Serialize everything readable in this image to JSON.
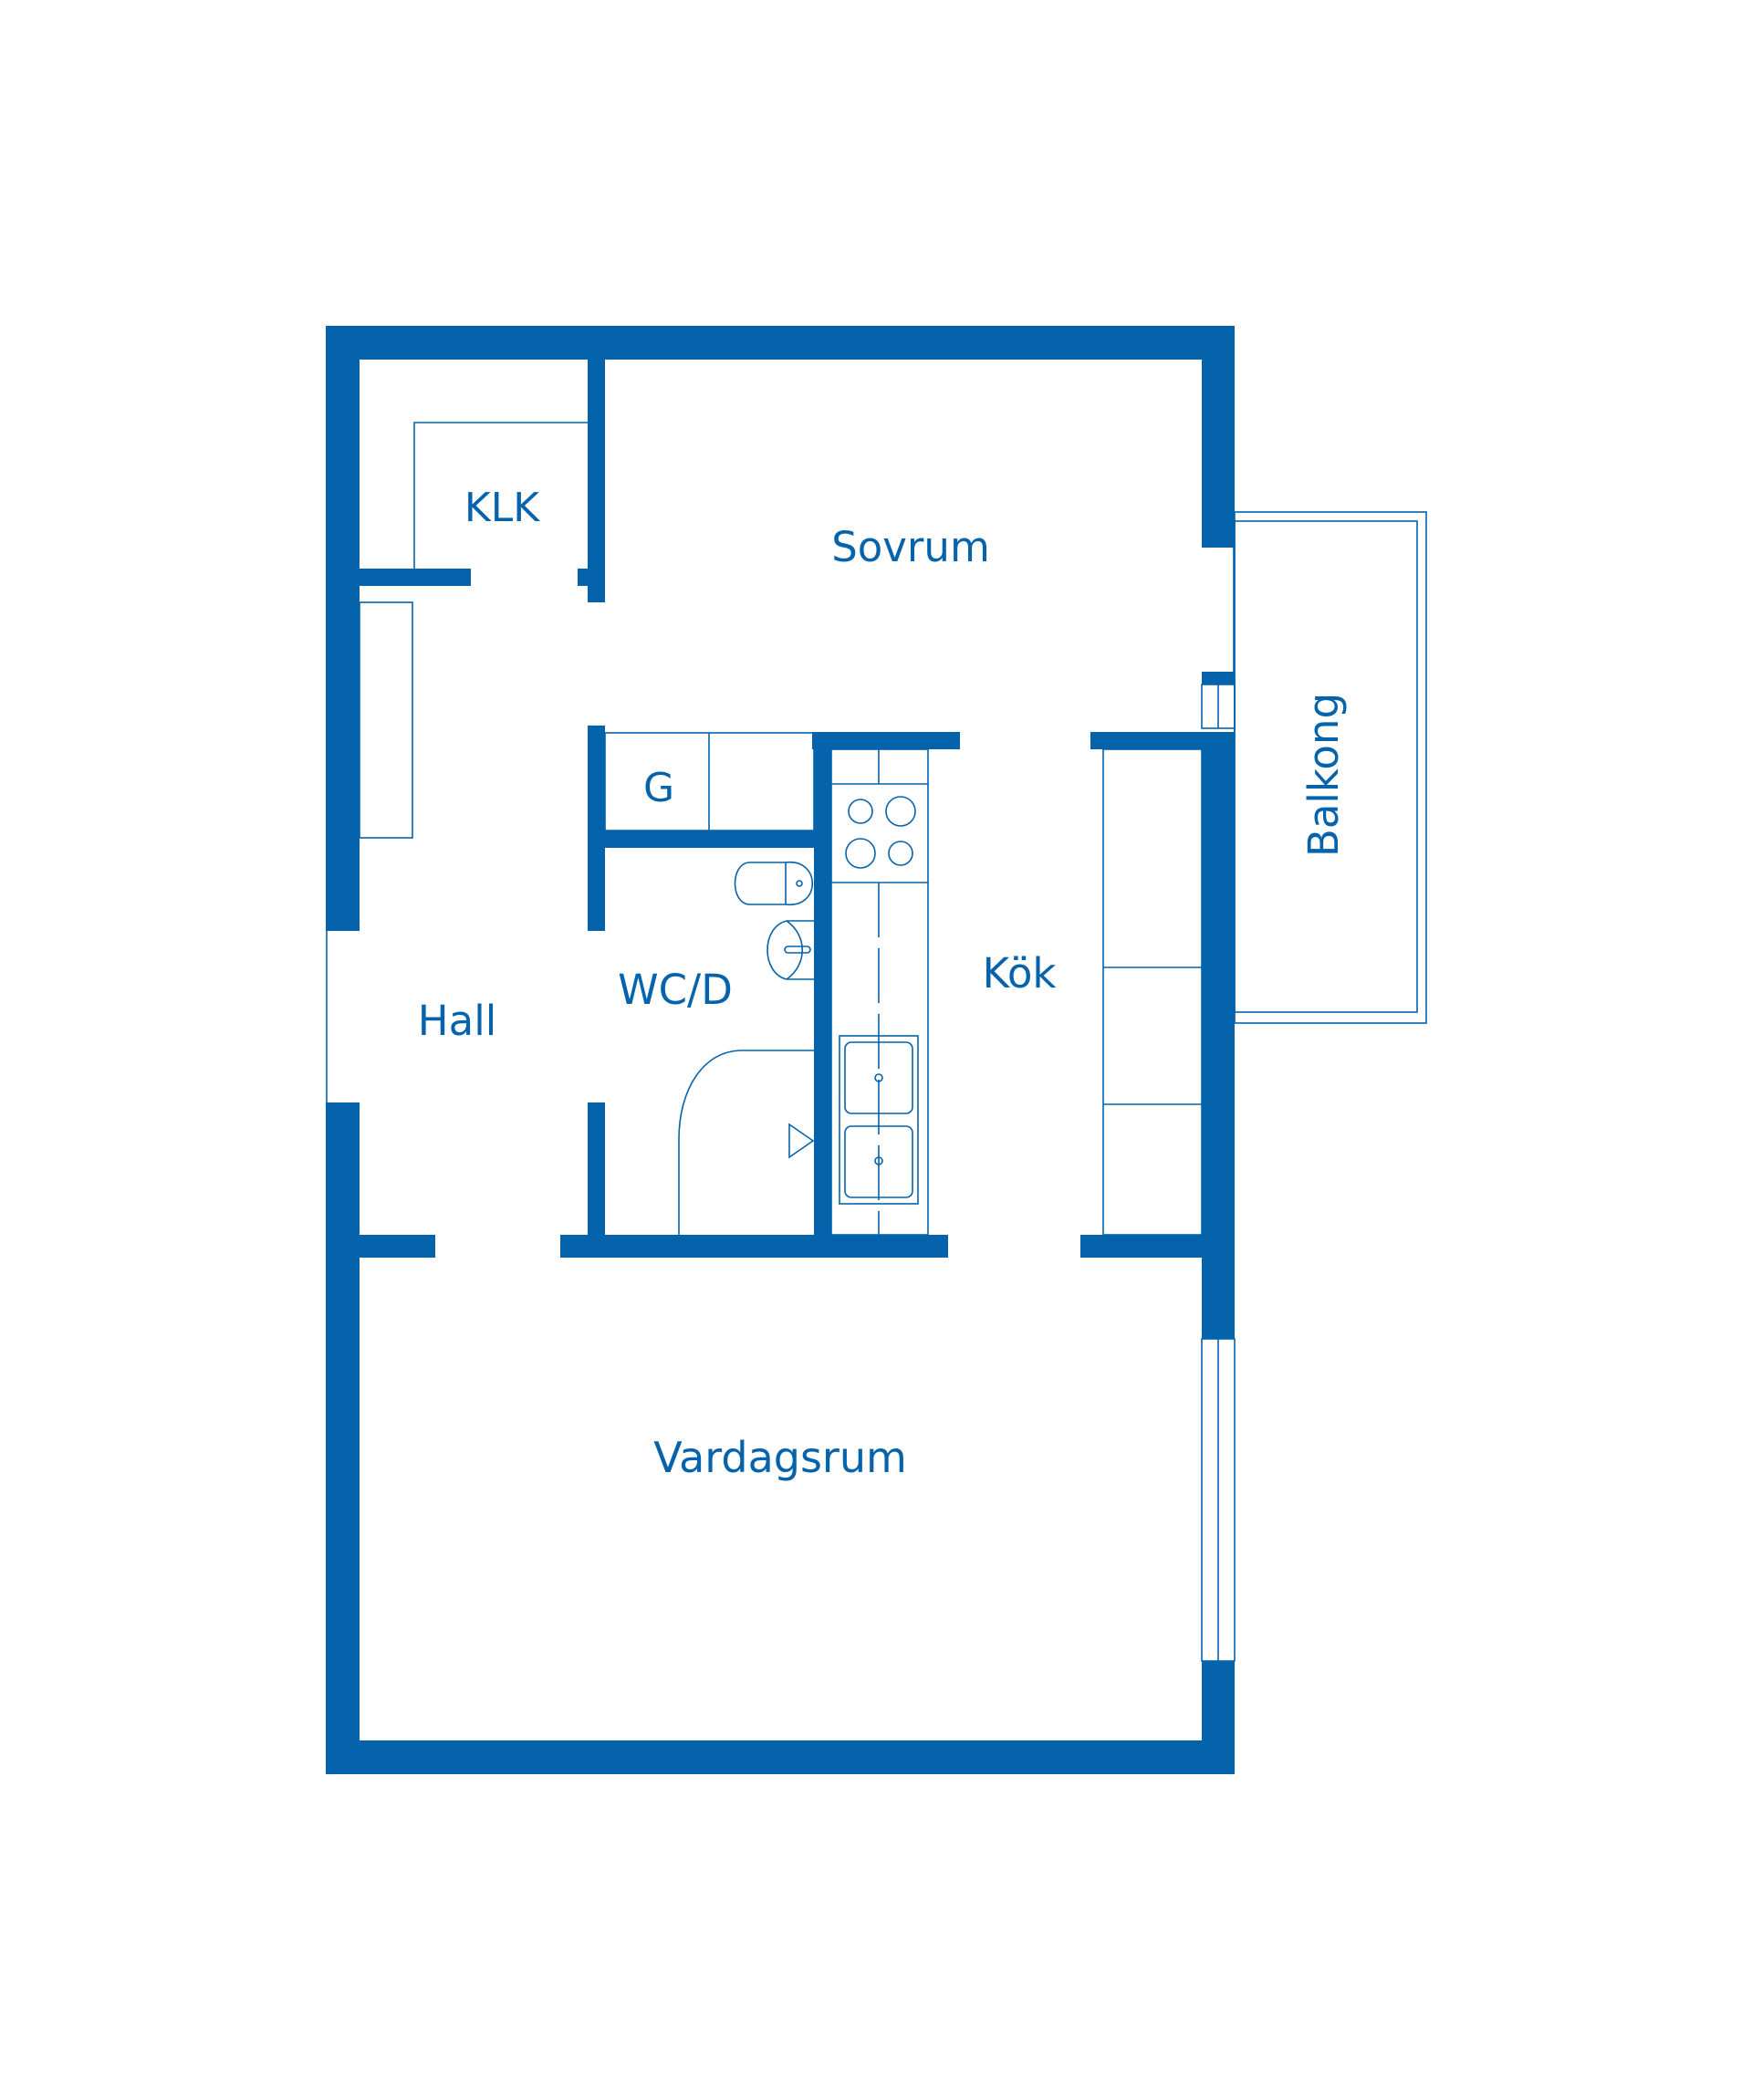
{
  "floorplan": {
    "wall_color": "#0563ac",
    "background": "#ffffff",
    "rooms": {
      "klk": "KLK",
      "sovrum": "Sovrum",
      "g": "G",
      "wcd": "WC/D",
      "hall": "Hall",
      "kok": "Kök",
      "balkong": "Balkong",
      "vardagsrum": "Vardagsrum"
    }
  }
}
